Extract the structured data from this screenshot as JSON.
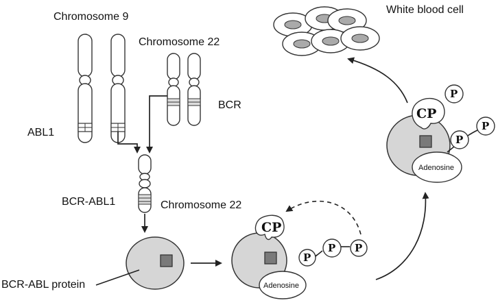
{
  "labels": {
    "chromosome_9": "Chromosome 9",
    "chromosome_22_top": "Chromosome 22",
    "bcr": "BCR",
    "abl1": "ABL1",
    "bcr_abl1": "BCR-ABL1",
    "chromosome_22_bottom": "Chromosome 22",
    "white_blood_cell": "White blood cell",
    "bcr_abl_protein": "BCR-ABL protein",
    "adenosine_1": "Adenosine",
    "adenosine_2": "Adenosine",
    "cp_1": "CP",
    "cp_2": "CP",
    "p": "P"
  }
}
